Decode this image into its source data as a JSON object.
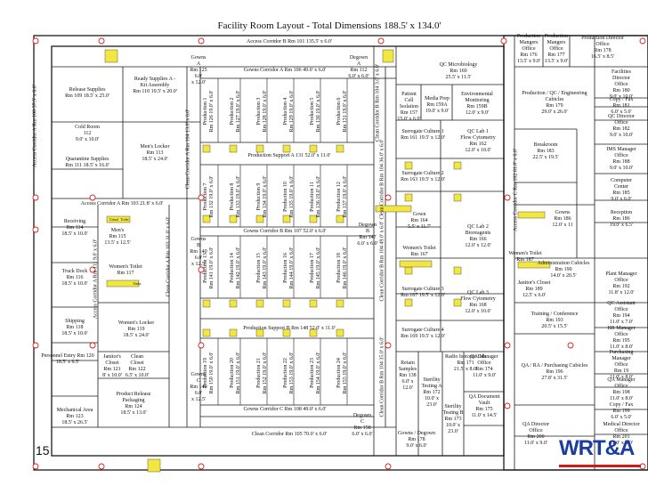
{
  "title": "Facility Room Layout  -  Total Dimensions  188.5' x 134.0'",
  "page_number": "15",
  "logo_text": "WRT&A",
  "colors": {
    "wall": "#1a1a1a",
    "gold": "#f2e641",
    "red": "#d62020",
    "grid": "#444444"
  },
  "corridors": [
    "Access Corridor B  Rm 101  135.5' x 6.0'",
    "Gowns Corridor A  Rm 106  49.0' x 6.0'",
    "Gowns Corridor B  Rm 107  52.0' x 6.0'",
    "Gowns Corridor C  Rm 108  49.0' x 6.0'",
    "Clean Corridor  Rm 105  70.0' x 6.0'",
    "Access Corridor A  Rm 103  21.8' x 6.0'",
    "Access Corridor A  Rm 100  57.5' x 6.0'",
    "Access Corridor C  Rm 102  81.0' x 6.0'",
    "Clean Corridor A  Rm 104  13.0' x 6.0'",
    "Access Corridor A  Rm 111  9.0' x 6.0'",
    "Clean Corridor A  Rm 103  31.0' x 6.0'",
    "Clean Corridor B  Rm 104  3.0' x 6.0'",
    "Clean Corridor B  Rm 104  36.0' x 6.0'",
    "Clean Corridor B  Rm 104  49.0' x 6.0'",
    "Clean Corridor B  Rm 104  35.0' x 6.0'"
  ],
  "rooms": [
    "Release Supplies\nRm 109  18.5' x 25.0'",
    "Cold Room\n112\n9.0' x 10.0'",
    "Ready Supplies A -\nKit Assembly\nRm 110  19.5' x 20.0'",
    "Quarantine Supplies\nRm 111  18.5' x 16.0'",
    "Men's Locker\nRm 113\n18.5' x 24.0'",
    "Receiving\nRm 114\n18.5' x 10.0'",
    "Men's\nRm 115\n13.5' x 12.5'",
    "Truck Dock\nRm 116\n18.5' x 10.0'",
    "Women's Toilet\nRm 117",
    "Shipping\nRm 118\n18.5' x 10.0'",
    "Women's Locker\nRm 119\n18.5' x 24.0'",
    "Personnel Entry  Rm 120\n18.5' x 6.5'",
    "Janitor's\nCloset\nRm 121\n8' x 10.0'",
    "Clean\nCloset\nRm 122\n6.5' x 10.0'",
    "Mechanical Area\nRm 123\n18.5' x 26.5'",
    "Product Release\nPackaging\nRm 124\n18.5' x 13.0'",
    "Gowns\nA\nRm 125\n6.0'\nx 12.0'",
    "Gowns\nB\nRm 140\n6.0'\nx 12.5'",
    "Gowns\nC\nRm 149\n6.0'\nx 12.5'",
    "Production Support A  131  52.0' x 11.0'",
    "Production Support B  Rm 148  52.0' x 11.0'",
    "Degown\nA\nRm 112\n6.0' x 6.0'",
    "Degown\nB\nRm 147\n6.0' x 6.0'",
    "Degown\nC\nRm 158\n6.0' x 6.0'",
    "Patient Cell\nIsolation\nRm 157\n15.0' x 6.0'",
    "Media Prep\nRm 159A\n19.0' x 9.0'",
    "Environmental\nMonitoring\nRm 159B\n12.0' x 9.0'",
    "QC Microbiology\nRm 160\n25.5' x 11.5'",
    "Surrogate Culture 1\nRm 161  19.5' x 12.0'",
    "QC Lab 1\nFlow Cytometry\nRm 162\n12.0' x 10.0'",
    "Surrogate Culture 2\nRm 163  19.5' x 12.0'",
    "Gown\nRm 164\n5.5' x 11.7'",
    "QC Lab 2\nBioreagents\nRm 166\n12.0' x 12.0'",
    "Women's Toilet\nRm 167",
    "Surrogate Culture 3\nRm 167  19.5' x 12.0'",
    "QC Lab 3\nFlow Cytometry\nRm 168\n12.0' x 10.0'",
    "Surrogate Culture 4\nRm 169  19.5' x 12.0'",
    "Radio Isotopic Lab\nRm 171\n21.5' x 8.0'",
    "Retain\nSamples\nRm 138\n6.0' x\n12.0'",
    "Sterility\nTesting A\nRm 172\n10.0' x 23.0'",
    "Sterility\nTesting B\nRm 173\n10.0' x 23.0'",
    "QA Manager\nOffice\nRm 174\n11.0' x 9.0'",
    "QA Document\nVault\nRm 175\n11.0' x 14.5'",
    "Gowns / Degown\nRm 178\n9.0' x 6.0'",
    "Production\nMangers\nOffice\nRm 176\n13.5' x 9.0'",
    "Production\nMangers\nOffice\nRm 177\n13.5' x 9.0'",
    "Production Director\nOffice\nRm 178\n16.5' x 8.5'",
    "Production / QC / Engineering\nCubicles\nRm 179\n29.0' x 26.0'",
    "Facilities\nDirector\nOffice\nRm 180\n9.0' x 10.0'",
    "Copy / Fax\nRm 181\n6.0' x 5.0'",
    "QC Director\nOffice\nRm 182\n9.0' x 10.0'",
    "IMS Manager\nOffice\nRm 188\n9.0' x 10.0'",
    "Breakroom\nRm 183\n22.5' x 19.5'",
    "Computer\nCenter\nRm 185\n9.0' x 6.0'",
    "Gowns\nRm 186\n12.0' x 11",
    "Reception\nRm 186\n19.0' x 6.5'",
    "Women's Toilet\nRm 187",
    "Administration Cubicles\nRm 190\n14.0' x 20.5'",
    "Plant Manager\nOffice\nRm 192\n11.8' x 12.0'",
    "Janitor's Closet\nRm 189\n12.5' x 6.0'",
    "QC Assistant\nOffice\nRm 194\n11.0' x 7.0'",
    "HR Manager\nOffice\nRm 195\n11.0' x 8.0'",
    "Training / Conference\nRm 193\n20.5' x 15.5'",
    "Purchasing\nManager\nOffice\nRm 19\n11.0' x 8.0'",
    "QA Manager\nOffice\nRm 198\n11.0' x 8.0'",
    "Copy / Fax\nRm 199\n6.0' x 5.0'",
    "QA / RA / Purchasing Cubicles\nRm 196\n27.8' x 31.5'",
    "QA Director\nOffice\nRm 200\n11.0' x 9.0'",
    "Medical Director\nOffice\nRm 201\n11.0' x 9.0'"
  ],
  "production_rooms": [
    "Production 1\nRm 126 19.0' x 6.0'",
    "Production 2\nRm 127 19.0' x 6.0'",
    "Production 3\nRm 128 19.0' x 6.0'",
    "Production 4\nRm 129 19.0' x 6.0'",
    "Production 5\nRm 130 19.0' x 6.0'",
    "Production 6\nRm 131 19.0' x 6.0'",
    "Production 7\nRm 132 19.0' x 6.0'",
    "Production 8\nRm 133 19.0' x 6.0'",
    "Production 9\nRm 134 19.0' x 6.0'",
    "Production 10\nRm 135 19.0' x 6.0'",
    "Production 11\nRm 136 19.0' x 6.0'",
    "Production 12\nRm 137 19.0' x 6.0'",
    "Production 13\nRm 141 19.0' x 6.0'",
    "Production 14\nRm 142 19.0' x 6.0'",
    "Production 15\nRm 143 19.0' x 6.0'",
    "Production 16\nRm 144 19.0' x 6.0'",
    "Production 17\nRm 145 19.0' x 6.0'",
    "Production 18\nRm 146 19.0' x 6.0'",
    "Production 19\nRm 150 19.0' x 6.0'",
    "Production 20\nRm 151 19.0' x 6.0'",
    "Production 21\nRm 152 19.0' x 6.0'",
    "Production 22\nRm 153 19.0' x 6.0'",
    "Production 23\nRm 154 19.0' x 6.0'",
    "Production 24\nRm 155 19.0' x 6.0'"
  ],
  "fixture_labels": [
    "Urinal",
    "Toilet",
    "Sinks"
  ]
}
